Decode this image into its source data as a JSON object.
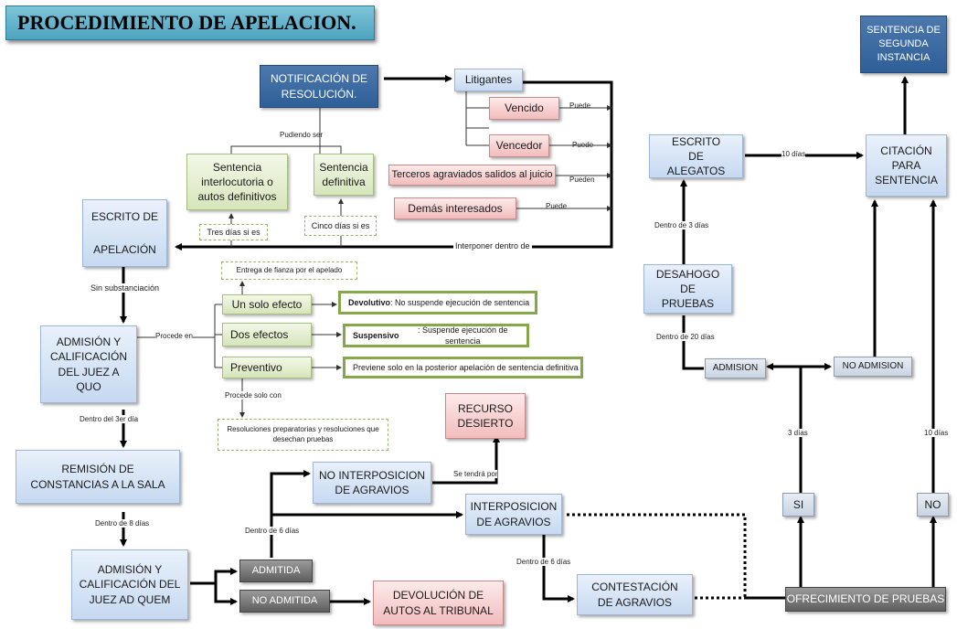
{
  "title": "PROCEDIMIENTO DE APELACION.",
  "nodes": {
    "notificacion": "NOTIFICACIÓN DE RESOLUCIÓN.",
    "litigantes": "Litigantes",
    "vencido": "Vencido",
    "vencedor": "Vencedor",
    "terceros": "Terceros agraviados salidos al juicio",
    "demas": "Demás interesados",
    "sentencia_interlocutoria": "Sentencia interlocutoria o autos definitivos",
    "sentencia_definitiva": "Sentencia definitiva",
    "tres_dias": "Tres días si es",
    "cinco_dias": "Cinco días si es",
    "escrito_apelacion_1": "ESCRITO DE",
    "escrito_apelacion_2": "APELACIÓN",
    "entrega_fianza": "Entrega de fianza por el apelado",
    "un_solo_efecto": "Un solo efecto",
    "dos_efectos": "Dos efectos",
    "preventivo": "Preventivo",
    "devolutivo_bold": "Devolutivo",
    "devolutivo_rest": ": No suspende ejecución de sentencia",
    "suspensivo_bold": "Suspensivo",
    "suspensivo_rest": ": Suspende ejecución de sentencia",
    "previene": "Previene solo en la posterior  apelación de sentencia definitiva",
    "resoluciones": "Resoluciones  preparatorias  y resoluciones  que desechan  pruebas",
    "admision_a_quo": "ADMISIÓN Y CALIFICACIÓN DEL JUEZ A QUO",
    "remision": "REMISIÓN DE CONSTANCIAS A LA SALA",
    "admision_ad_quem": "ADMISIÓN Y CALIFICACIÓN DEL JUEZ AD QUEM",
    "admitida": "ADMITIDA",
    "no_admitida": "NO  ADMITIDA",
    "devolucion": "DEVOLUCIÓN DE AUTOS AL TRIBUNAL",
    "no_interposicion": "NO  INTERPOSICION DE AGRAVIOS",
    "recurso_desierto": "RECURSO DESIERTO",
    "interposicion": "INTERPOSICION DE AGRAVIOS",
    "contestacion": "CONTESTACIÓN  DE AGRAVIOS",
    "ofrecimiento": "OFRECIMIENTO  DE  PRUEBAS",
    "si": "SI",
    "no": "NO",
    "admision": "ADMISION",
    "no_admision": "NO ADMISION",
    "desahogo": "DESAHOGO DE PRUEBAS",
    "escrito_alegatos": "ESCRITO DE ALEGATOS",
    "citacion": "CITACIÓN PARA SENTENCIA",
    "sentencia_segunda": "SENTENCIA DE SEGUNDA INSTANCIA"
  },
  "labels": {
    "pudiendo_ser": "Pudiendo  ser",
    "puede_1": "Puede",
    "puede_2": "Puede",
    "pueden": "Pueden",
    "puede_3": "Puede",
    "interponer": "Interponer dentro de",
    "sin_substanciacion": "Sin substanciación",
    "procede_en": "Procede  en",
    "procede_solo_con": "Procede  solo con",
    "dentro_3er_dia": "Dentro del 3er día",
    "dentro_8_dias": "Dentro de 8 días",
    "dentro_6_dias_1": "Dentro de 6 días",
    "se_tendra_por": "Se tendrá por",
    "dentro_6_dias_2": "Dentro de 6 días",
    "tres_dias_lbl": "3 días",
    "diez_dias_lbl_1": "10 días",
    "dentro_20_dias": "Dentro de 20 días",
    "dentro_3_dias": "Dentro de 3  días",
    "diez_dias_lbl_2": "10 días"
  },
  "colors": {
    "title_bg": "#5bb0cb",
    "dark_blue": "#3a6ba6",
    "light_blue": "#c6d9f1",
    "pink": "#f2bcbc",
    "green": "#d6e5bb",
    "gray": "#6e6e6e"
  }
}
